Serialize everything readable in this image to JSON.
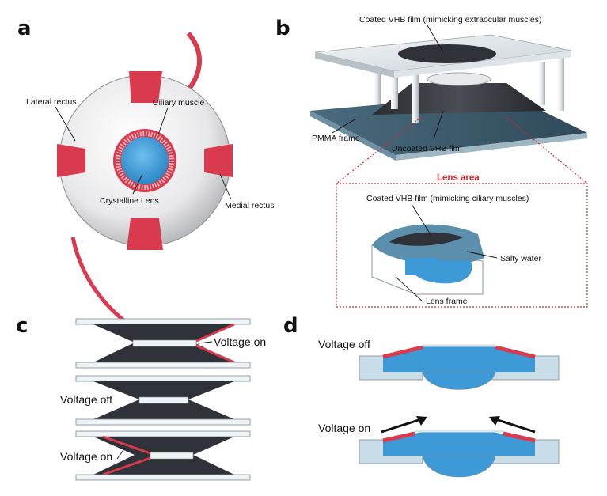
{
  "panels": {
    "a": {
      "letter": "a",
      "labels": {
        "lateral": "Lateral rectus",
        "ciliary": "Ciliary muscle",
        "lens": "Crystalline Lens",
        "medial": "Medial rectus"
      }
    },
    "b": {
      "letter": "b",
      "labels": {
        "coated_top": "Coated VHB film (mimicking extraocular muscles)",
        "pmma": "PMMA frame",
        "uncoated": "Uncoated VHB film",
        "lens_area": "Lens area",
        "coated_ciliary": "Coated VHB film (mimicking ciliary muscles)",
        "salty": "Salty water",
        "lens_frame": "Lens frame"
      }
    },
    "c": {
      "letter": "c",
      "labels": {
        "on_top": "Voltage on",
        "off_mid": "Voltage off",
        "on_bottom": "Voltage on"
      }
    },
    "d": {
      "letter": "d",
      "labels": {
        "off": "Voltage off",
        "on": "Voltage on"
      }
    }
  },
  "colors": {
    "muscle_red": "#d93a4e",
    "lens_blue": "#3d9ad6",
    "film_dark": "#2f3238",
    "frame_blue": "#c9dde8",
    "accent_red": "#d4252c"
  }
}
